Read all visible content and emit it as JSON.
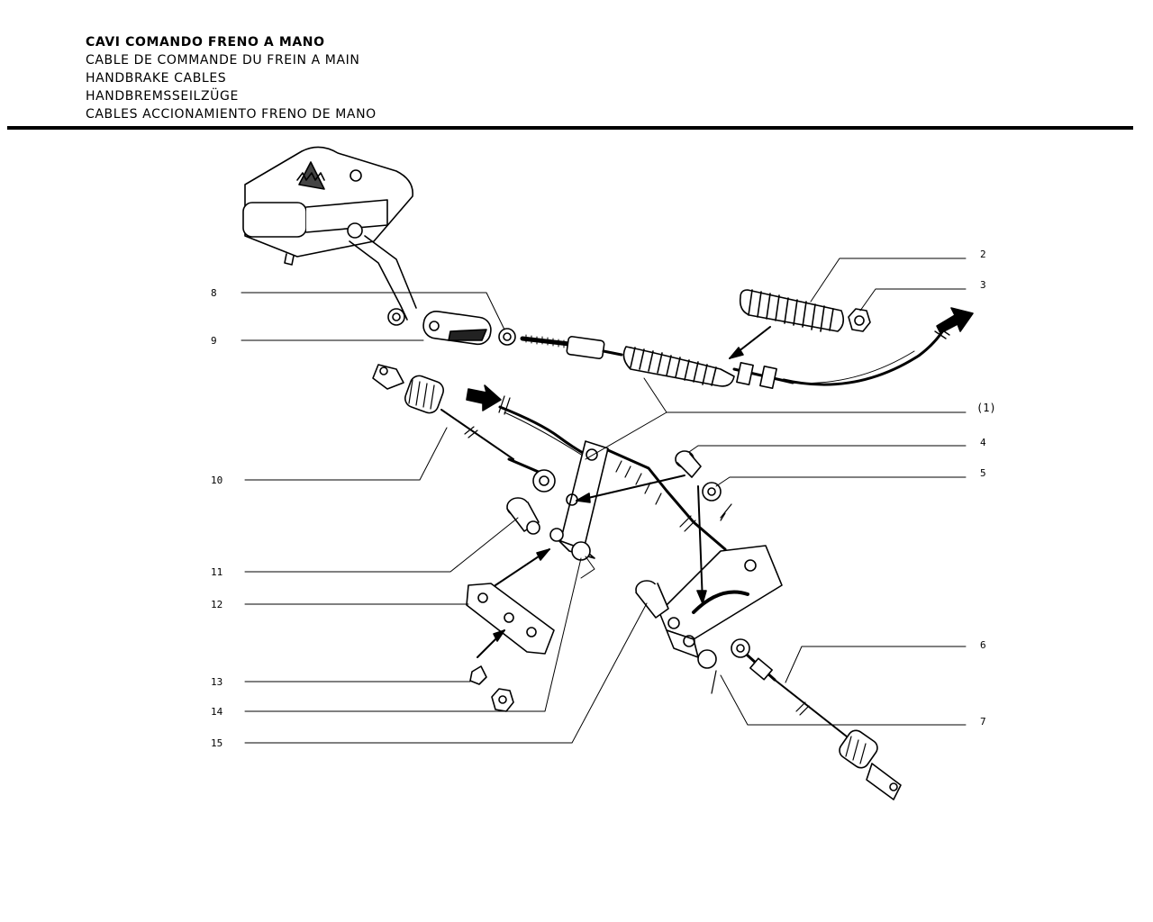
{
  "titles": {
    "it": "CAVI COMANDO FRENO A MANO",
    "fr": "CABLE DE COMMANDE DU FREIN A MAIN",
    "en": "HANDBRAKE CABLES",
    "de": "HANDBREMSSEILZÜGE",
    "es": "CABLES ACCIONAMIENTO FRENO DE MANO"
  },
  "callouts": {
    "n8": "8",
    "n9": "9",
    "n10": "10",
    "n11": "11",
    "n12": "12",
    "n13": "13",
    "n14": "14",
    "n15": "15",
    "n2": "2",
    "n3": "3",
    "n1": "(1)",
    "n4": "4",
    "n5": "5",
    "n6": "6",
    "n7": "7"
  }
}
